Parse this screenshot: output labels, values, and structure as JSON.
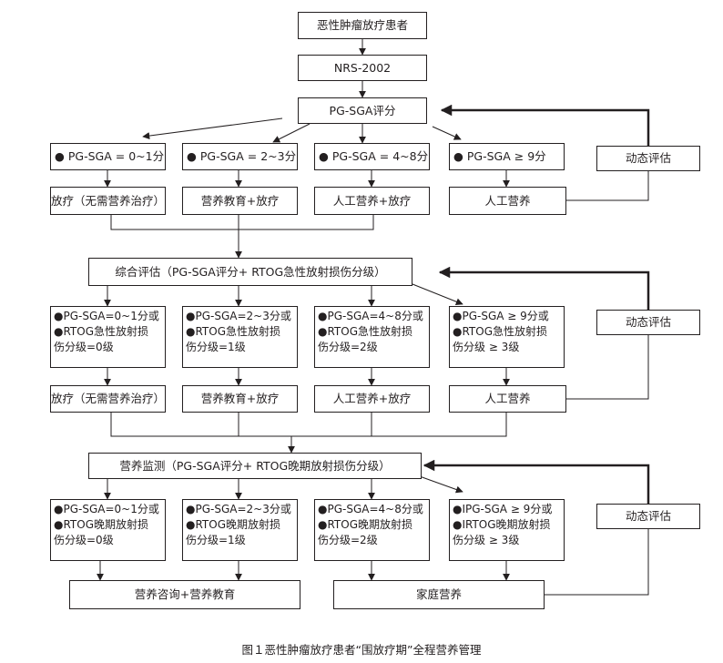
{
  "nodes": {
    "patients": "恶性肿瘤放疗患者",
    "nrs": "NRS-2002",
    "pgsga": "PG-SGA评分",
    "s1_g0": "● PG-SGA = 0~1分",
    "s1_g1": "● PG-SGA = 2~3分",
    "s1_g2": "● PG-SGA = 4~8分",
    "s1_g3": "● PG-SGA ≥ 9分",
    "s1_t0": "放疗（无需营养治疗）",
    "s1_t1": "营养教育+放疗",
    "s1_t2": "人工营养+放疗",
    "s1_t3": "人工营养",
    "dyn1": "动态评估",
    "comp": "综合评估（PG-SGA评分+ RTOG急性放射损伤分级）",
    "s2_g0": "●PG-SGA=0~1分或\n●RTOG急性放射损\n伤分级=0级",
    "s2_g1": "●PG-SGA=2~3分或\n●RTOG急性放射损\n伤分级=1级",
    "s2_g2": "●PG-SGA=4~8分或\n●RTOG急性放射损\n伤分级=2级",
    "s2_g3": "●PG-SGA ≥ 9分或\n●RTOG急性放射损\n伤分级 ≥ 3级",
    "s2_t0": "放疗（无需营养治疗）",
    "s2_t1": "营养教育+放疗",
    "s2_t2": "人工营养+放疗",
    "s2_t3": "人工营养",
    "dyn2": "动态评估",
    "mon": "营养监测（PG-SGA评分+ RTOG晚期放射损伤分级）",
    "s3_g0": "●PG-SGA=0~1分或\n●RTOG晚期放射损\n伤分级=0级",
    "s3_g1": "●PG-SGA=2~3分或\n●RTOG晚期放射损\n伤分级=1级",
    "s3_g2": "●PG-SGA=4~8分或\n●RTOG晚期放射损\n伤分级=2级",
    "s3_g3": "●IPG-SGA ≥ 9分或\n●IRTOG晚期放射损\n伤分级 ≥ 3级",
    "dyn3": "动态评估",
    "s3_t0": "营养咨询+营养教育",
    "s3_t1": "家庭营养"
  },
  "caption": "图１恶性肿瘤放疗患者“围放疗期”全程营养管理"
}
